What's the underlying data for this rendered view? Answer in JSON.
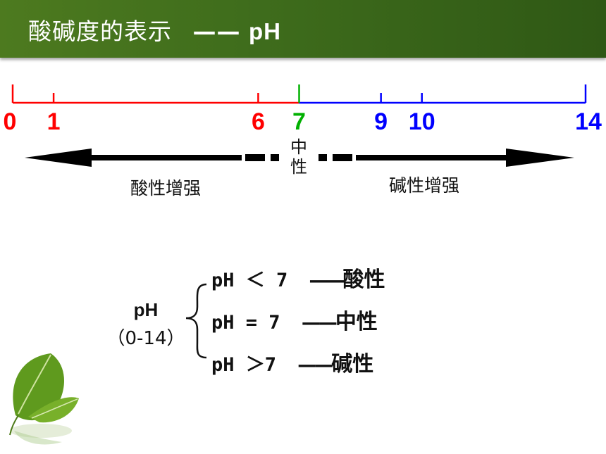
{
  "slide": {
    "title": "酸碱度的表示",
    "title_dash": "——",
    "title_ph": "pH",
    "header_color": "#3f6d1c"
  },
  "scale": {
    "acid_color": "#ff0000",
    "neutral_color": "#00b000",
    "base_color": "#0000ff",
    "ticks": [
      {
        "label": "0",
        "value": 0,
        "color": "#ff0000"
      },
      {
        "label": "1",
        "value": 1,
        "color": "#ff0000"
      },
      {
        "label": "6",
        "value": 6,
        "color": "#ff0000"
      },
      {
        "label": "7",
        "value": 7,
        "color": "#00b000"
      },
      {
        "label": "9",
        "value": 9,
        "color": "#0000ff"
      },
      {
        "label": "10",
        "value": 10,
        "color": "#0000ff"
      },
      {
        "label": "14",
        "value": 14,
        "color": "#0000ff"
      }
    ],
    "acid_label": "酸性增强",
    "neutral_top": "中",
    "neutral_bottom": "性",
    "base_label": "碱性增强"
  },
  "summary": {
    "ph_label": "pH",
    "range_label": "（0-14）",
    "rows": [
      {
        "expr": "pH ＜ 7",
        "dash": "——",
        "result": "酸性"
      },
      {
        "expr": "pH = 7",
        "dash": "——",
        "result": "中性"
      },
      {
        "expr": "pH ＞7",
        "dash": "——",
        "result": "碱性"
      }
    ]
  }
}
